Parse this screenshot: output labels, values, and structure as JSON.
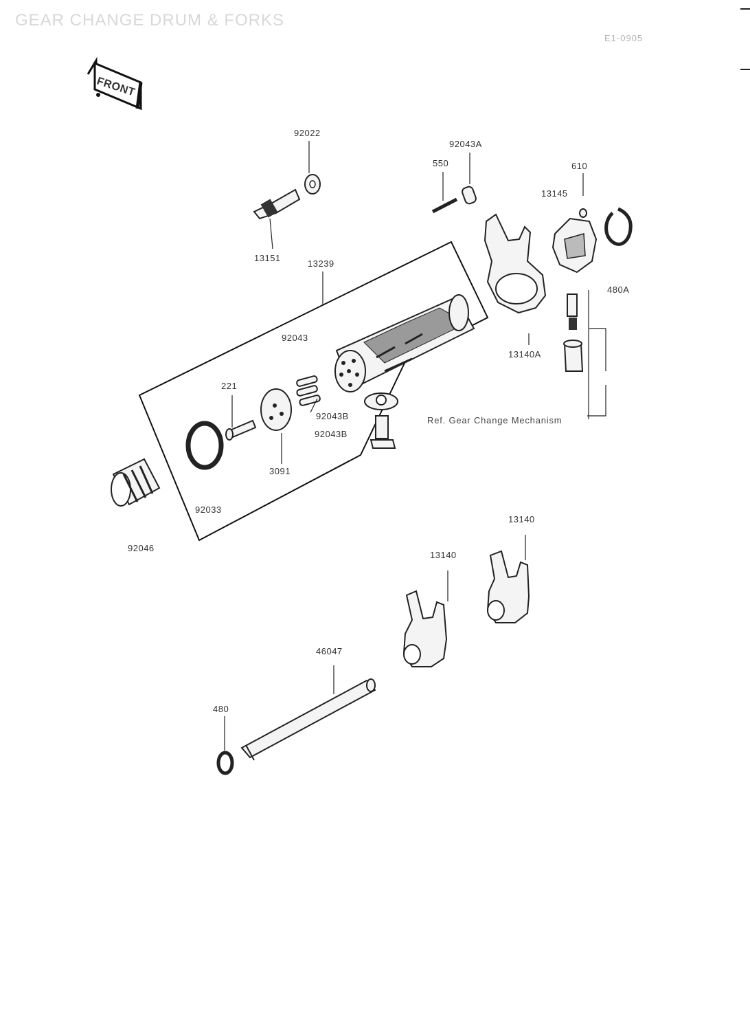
{
  "header": {
    "title": "GEAR CHANGE DRUM & FORKS",
    "code": "E1-0905"
  },
  "front_badge": {
    "text": "FRONT"
  },
  "callouts": {
    "p92022": "92022",
    "p13151": "13151",
    "p13239": "13239",
    "p92043": "92043",
    "p92043A": "92043A",
    "p550": "550",
    "p610": "610",
    "p13145": "13145",
    "p480A": "480A",
    "p13140A": "13140A",
    "p221": "221",
    "p92043B_1": "92043B",
    "p92043B_2": "92043B",
    "p3091": "3091",
    "p92033": "92033",
    "p92046": "92046",
    "p13140": "13140",
    "p13140_b": "13140",
    "p46047": "46047",
    "p480": "480"
  },
  "reference": {
    "text": "Ref.  Gear Change Mechanism"
  },
  "colors": {
    "ink": "#222222",
    "paper": "#ffffff",
    "faded_title": "#d8d8d8"
  }
}
